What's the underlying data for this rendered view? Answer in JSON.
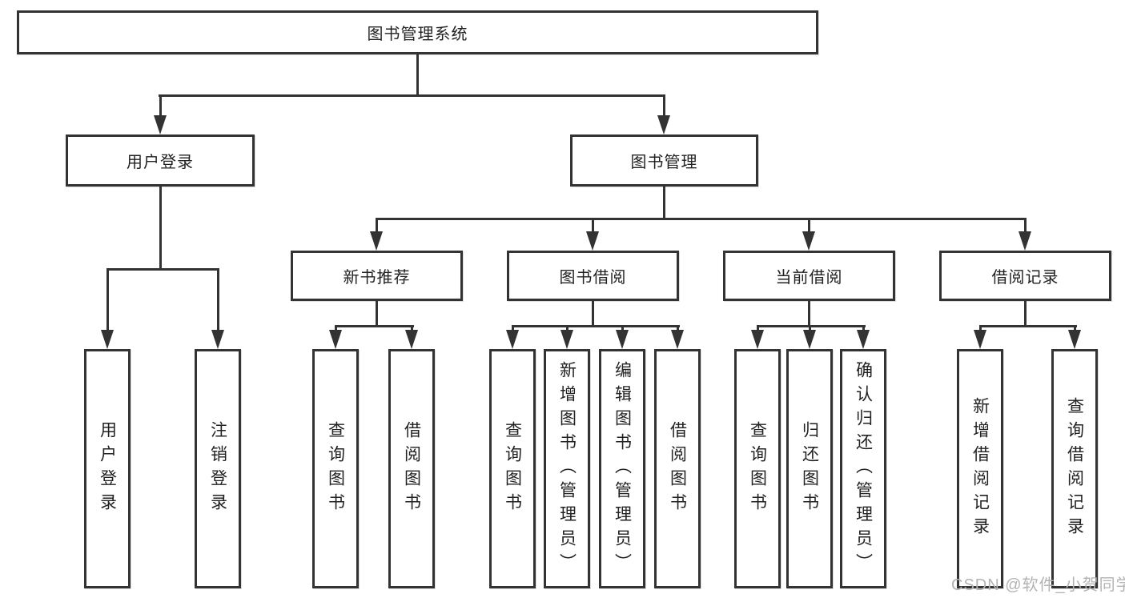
{
  "diagram": {
    "title_node": "图书管理系统",
    "root": {
      "label": "图书管理系统"
    },
    "branches": [
      {
        "label": "用户登录",
        "children": [
          {
            "label": "用户登录"
          },
          {
            "label": "注销登录"
          }
        ]
      },
      {
        "label": "图书管理",
        "groups": [
          {
            "label": "新书推荐",
            "children": [
              {
                "label": "查询图书"
              },
              {
                "label": "借阅图书"
              }
            ]
          },
          {
            "label": "图书借阅",
            "children": [
              {
                "label": "查询图书"
              },
              {
                "label": "新增图书（管理员）"
              },
              {
                "label": "编辑图书（管理员）"
              },
              {
                "label": "借阅图书"
              }
            ]
          },
          {
            "label": "当前借阅",
            "children": [
              {
                "label": "查询图书"
              },
              {
                "label": "归还图书"
              },
              {
                "label": "确认归还（管理员）"
              }
            ]
          },
          {
            "label": "借阅记录",
            "children": [
              {
                "label": "新增借阅记录"
              },
              {
                "label": "查询借阅记录"
              }
            ]
          }
        ]
      }
    ]
  },
  "watermark": {
    "text": "CSDN @软件_小贺同学"
  },
  "colors": {
    "line": "#333333",
    "text": "#222222",
    "background": "#ffffff",
    "watermark": "#b3b3b3"
  }
}
